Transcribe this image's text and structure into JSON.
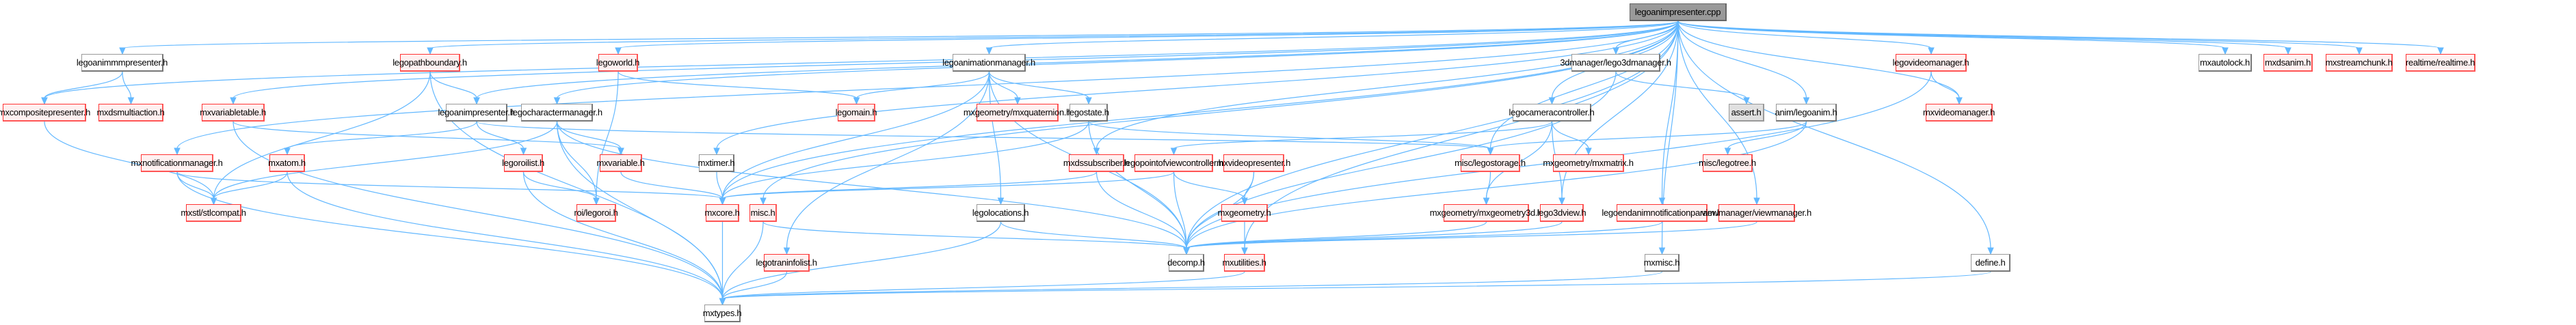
{
  "title": "legoanimpresenter.cpp include dependency graph",
  "edge_color": "#63b8ff",
  "node_styles": {
    "root": "#999999",
    "plain": "#ffffff",
    "red": "#fff0f0",
    "gray": "#e0e0e0"
  },
  "nodes": [
    {
      "id": "root",
      "label": "legoanimpresenter.cpp",
      "style": "root"
    },
    {
      "id": "legoanimmmpresenter",
      "label": "legoanimmmpresenter.h",
      "style": "plain"
    },
    {
      "id": "legopathboundary",
      "label": "legopathboundary.h",
      "style": "red"
    },
    {
      "id": "legoworld",
      "label": "legoworld.h",
      "style": "red"
    },
    {
      "id": "legoanimationmanager",
      "label": "legoanimationmanager.h",
      "style": "plain"
    },
    {
      "id": "lego3dmanager",
      "label": "3dmanager/lego3dmanager.h",
      "style": "plain"
    },
    {
      "id": "legovideomanager",
      "label": "legovideomanager.h",
      "style": "red"
    },
    {
      "id": "mxautolock",
      "label": "mxautolock.h",
      "style": "plain"
    },
    {
      "id": "mxdsanim",
      "label": "mxdsanim.h",
      "style": "red"
    },
    {
      "id": "mxstreamchunk",
      "label": "mxstreamchunk.h",
      "style": "red"
    },
    {
      "id": "realtime",
      "label": "realtime/realtime.h",
      "style": "red"
    },
    {
      "id": "mxcompositepresenter",
      "label": "mxcompositepresenter.h",
      "style": "red"
    },
    {
      "id": "mxdsmultiaction",
      "label": "mxdsmultiaction.h",
      "style": "red"
    },
    {
      "id": "mxvariabletable",
      "label": "mxvariabletable.h",
      "style": "red"
    },
    {
      "id": "legoanimpresenter_h",
      "label": "legoanimpresenter.h",
      "style": "plain"
    },
    {
      "id": "legocharactermanager",
      "label": "legocharactermanager.h",
      "style": "plain"
    },
    {
      "id": "legomain",
      "label": "legomain.h",
      "style": "red"
    },
    {
      "id": "mxquaternion",
      "label": "mxgeometry/mxquaternion.h",
      "style": "red"
    },
    {
      "id": "legostate",
      "label": "legostate.h",
      "style": "plain"
    },
    {
      "id": "legocameracontroller",
      "label": "legocameracontroller.h",
      "style": "plain"
    },
    {
      "id": "assert",
      "label": "assert.h",
      "style": "gray"
    },
    {
      "id": "legoanim",
      "label": "anim/legoanim.h",
      "style": "plain"
    },
    {
      "id": "mxvideomanager",
      "label": "mxvideomanager.h",
      "style": "red"
    },
    {
      "id": "mxnotificationmanager",
      "label": "mxnotificationmanager.h",
      "style": "red"
    },
    {
      "id": "mxatom",
      "label": "mxatom.h",
      "style": "red"
    },
    {
      "id": "legoroilist",
      "label": "legoroilist.h",
      "style": "red"
    },
    {
      "id": "mxvariable",
      "label": "mxvariable.h",
      "style": "red"
    },
    {
      "id": "mxtimer",
      "label": "mxtimer.h",
      "style": "plain"
    },
    {
      "id": "mxdssubscriber",
      "label": "mxdssubscriber.h",
      "style": "red"
    },
    {
      "id": "legopointofviewcontroller",
      "label": "legopointofviewcontroller.h",
      "style": "red"
    },
    {
      "id": "mxvideopresenter",
      "label": "mxvideopresenter.h",
      "style": "red"
    },
    {
      "id": "legostorage",
      "label": "misc/legostorage.h",
      "style": "red"
    },
    {
      "id": "mxmatrix",
      "label": "mxgeometry/mxmatrix.h",
      "style": "red"
    },
    {
      "id": "legotree",
      "label": "misc/legotree.h",
      "style": "red"
    },
    {
      "id": "stlcompat",
      "label": "mxstl/stlcompat.h",
      "style": "red"
    },
    {
      "id": "legoroi",
      "label": "roi/legoroi.h",
      "style": "red"
    },
    {
      "id": "mxcore",
      "label": "mxcore.h",
      "style": "red"
    },
    {
      "id": "misc",
      "label": "misc.h",
      "style": "red"
    },
    {
      "id": "legolocations",
      "label": "legolocations.h",
      "style": "plain"
    },
    {
      "id": "mxgeometry",
      "label": "mxgeometry.h",
      "style": "red"
    },
    {
      "id": "mxgeometry3d",
      "label": "mxgeometry/mxgeometry3d.h",
      "style": "red"
    },
    {
      "id": "lego3dview",
      "label": "lego3dview.h",
      "style": "red"
    },
    {
      "id": "legoendanimnotificationparam",
      "label": "legoendanimnotificationparam.h",
      "style": "red"
    },
    {
      "id": "viewmanager",
      "label": "viewmanager/viewmanager.h",
      "style": "red"
    },
    {
      "id": "legotraninfolist",
      "label": "legotraninfolist.h",
      "style": "red"
    },
    {
      "id": "decomp",
      "label": "decomp.h",
      "style": "plain"
    },
    {
      "id": "mxutilities",
      "label": "mxutilities.h",
      "style": "red"
    },
    {
      "id": "mxmisc",
      "label": "mxmisc.h",
      "style": "plain"
    },
    {
      "id": "define",
      "label": "define.h",
      "style": "plain"
    },
    {
      "id": "mxtypes",
      "label": "mxtypes.h",
      "style": "plain"
    }
  ],
  "edges": [
    [
      "root",
      "legoanimmmpresenter"
    ],
    [
      "root",
      "legopathboundary"
    ],
    [
      "root",
      "legoworld"
    ],
    [
      "root",
      "legoanimationmanager"
    ],
    [
      "root",
      "lego3dmanager"
    ],
    [
      "root",
      "legovideomanager"
    ],
    [
      "root",
      "mxautolock"
    ],
    [
      "root",
      "mxdsanim"
    ],
    [
      "root",
      "mxstreamchunk"
    ],
    [
      "root",
      "realtime"
    ],
    [
      "root",
      "mxcompositepresenter"
    ],
    [
      "root",
      "mxvariabletable"
    ],
    [
      "root",
      "legoanimpresenter_h"
    ],
    [
      "root",
      "legocharactermanager"
    ],
    [
      "root",
      "mxnotificationmanager"
    ],
    [
      "root",
      "mxtimer"
    ],
    [
      "root",
      "legocameracontroller"
    ],
    [
      "root",
      "legoanim"
    ],
    [
      "root",
      "mxvideomanager"
    ],
    [
      "root",
      "mxdssubscriber"
    ],
    [
      "root",
      "legostorage"
    ],
    [
      "root",
      "misc"
    ],
    [
      "root",
      "mxcore"
    ],
    [
      "root",
      "lego3dview"
    ],
    [
      "root",
      "legoendanimnotificationparam"
    ],
    [
      "root",
      "viewmanager"
    ],
    [
      "root",
      "mxmisc"
    ],
    [
      "root",
      "define"
    ],
    [
      "root",
      "mxutilities"
    ],
    [
      "root",
      "decomp"
    ],
    [
      "legoanimmmpresenter",
      "mxcompositepresenter"
    ],
    [
      "legoanimmmpresenter",
      "mxdsmultiaction"
    ],
    [
      "mxcompositepresenter",
      "stlcompat"
    ],
    [
      "mxvariabletable",
      "mxvariable"
    ],
    [
      "mxvariabletable",
      "mxtypes"
    ],
    [
      "legopathboundary",
      "legoanimpresenter_h"
    ],
    [
      "legopathboundary",
      "stlcompat"
    ],
    [
      "legopathboundary",
      "mxtypes"
    ],
    [
      "legoworld",
      "legomain"
    ],
    [
      "legoworld",
      "legoroi"
    ],
    [
      "legoanimpresenter_h",
      "mxatom"
    ],
    [
      "legoanimpresenter_h",
      "legoroilist"
    ],
    [
      "legoanimpresenter_h",
      "legostorage"
    ],
    [
      "legocharactermanager",
      "mxvariable"
    ],
    [
      "legocharactermanager",
      "legoroi"
    ],
    [
      "legocharactermanager",
      "stlcompat"
    ],
    [
      "legocharactermanager",
      "decomp"
    ],
    [
      "legocharactermanager",
      "mxtypes"
    ],
    [
      "legoanimationmanager",
      "legomain"
    ],
    [
      "legoanimationmanager",
      "mxquaternion"
    ],
    [
      "legoanimationmanager",
      "legostate"
    ],
    [
      "legoanimationmanager",
      "legolocations"
    ],
    [
      "legoanimationmanager",
      "legotraninfolist"
    ],
    [
      "legoanimationmanager",
      "mxcore"
    ],
    [
      "legoanimationmanager",
      "decomp"
    ],
    [
      "legostate",
      "legostorage"
    ],
    [
      "legostate",
      "mxcore"
    ],
    [
      "legostate",
      "decomp"
    ],
    [
      "mxnotificationmanager",
      "stlcompat"
    ],
    [
      "mxnotificationmanager",
      "mxcore"
    ],
    [
      "mxnotificationmanager",
      "mxtypes"
    ],
    [
      "mxatom",
      "stlcompat"
    ],
    [
      "mxatom",
      "mxtypes"
    ],
    [
      "legoroilist",
      "legoroi"
    ],
    [
      "legoroilist",
      "mxtypes"
    ],
    [
      "mxvariable",
      "mxcore"
    ],
    [
      "mxtimer",
      "mxcore"
    ],
    [
      "mxdssubscriber",
      "mxcore"
    ],
    [
      "mxdssubscriber",
      "decomp"
    ],
    [
      "legopointofviewcontroller",
      "mxcore"
    ],
    [
      "legopointofviewcontroller",
      "mxgeometry"
    ],
    [
      "legopointofviewcontroller",
      "decomp"
    ],
    [
      "mxvideopresenter",
      "mxgeometry"
    ],
    [
      "mxvideopresenter",
      "decomp"
    ],
    [
      "legostorage",
      "mxgeometry3d"
    ],
    [
      "legocameracontroller",
      "legopointofviewcontroller"
    ],
    [
      "legocameracontroller",
      "mxmatrix"
    ],
    [
      "legocameracontroller",
      "mxgeometry3d"
    ],
    [
      "legocameracontroller",
      "lego3dview"
    ],
    [
      "lego3dmanager",
      "assert"
    ],
    [
      "lego3dmanager",
      "decomp"
    ],
    [
      "legoanim",
      "legostorage"
    ],
    [
      "legoanim",
      "legotree"
    ],
    [
      "legoanim",
      "decomp"
    ],
    [
      "legovideomanager",
      "mxvideomanager"
    ],
    [
      "legovideomanager",
      "decomp"
    ],
    [
      "mxcore",
      "mxtypes"
    ],
    [
      "misc",
      "mxtypes"
    ],
    [
      "misc",
      "decomp"
    ],
    [
      "legolocations",
      "decomp"
    ],
    [
      "legolocations",
      "mxtypes"
    ],
    [
      "mxgeometry",
      "mxutilities"
    ],
    [
      "mxgeometry3d",
      "decomp"
    ],
    [
      "lego3dview",
      "decomp"
    ],
    [
      "legoendanimnotificationparam",
      "decomp"
    ],
    [
      "viewmanager",
      "decomp"
    ],
    [
      "legotraninfolist",
      "mxtypes"
    ],
    [
      "mxutilities",
      "mxtypes"
    ],
    [
      "mxmisc",
      "mxtypes"
    ],
    [
      "define",
      "mxtypes"
    ]
  ]
}
